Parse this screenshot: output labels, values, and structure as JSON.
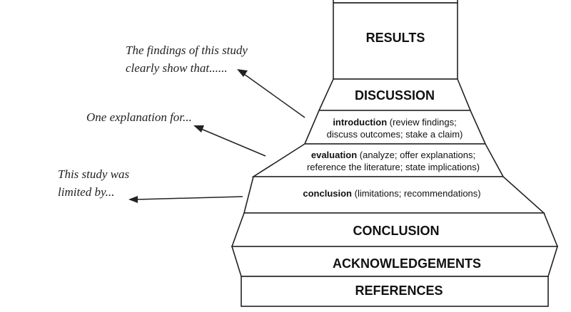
{
  "sections": {
    "results": "RESULTS",
    "discussion": "DISCUSSION",
    "conclusion": "CONCLUSION",
    "acknowledgements": "ACKNOWLEDGEMENTS",
    "references": "REFERENCES"
  },
  "subsections": {
    "introduction": {
      "keyword": "introduction",
      "line1_rest": " (review findings;",
      "line2": "discuss outcomes; stake a claim)"
    },
    "evaluation": {
      "keyword": "evaluation",
      "line1_rest": " (analyze; offer explanations;",
      "line2": "reference the literature; state implications)"
    },
    "conclusion": {
      "keyword": "conclusion",
      "line1_rest": " (limitations; recommendations)"
    }
  },
  "annotations": {
    "findings": {
      "line1": "The findings of this study",
      "line2": "clearly show that......"
    },
    "explanation": {
      "line1": "One explanation for..."
    },
    "limited": {
      "line1": "This study was",
      "line2": "limited by..."
    }
  }
}
